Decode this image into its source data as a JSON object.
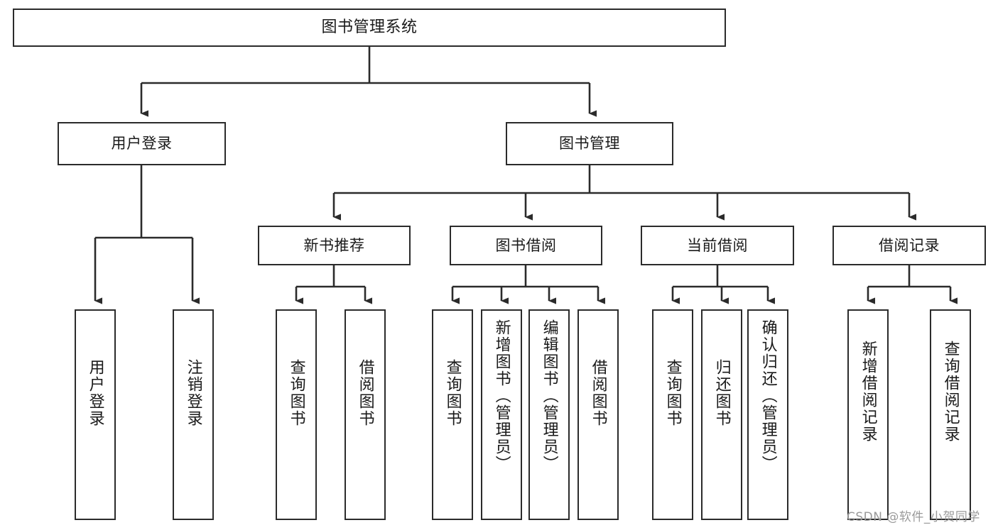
{
  "diagram": {
    "title": "图书管理系统",
    "type": "tree-hierarchy",
    "orientation": "top-down",
    "edge_style": "orthogonal-arrow",
    "colors": {
      "node_border": "#2b2b2b",
      "node_fill": "#ffffff",
      "connector": "#2b2b2b",
      "text": "#1a1a1a",
      "watermark": "#9a9a9a",
      "background": "#ffffff"
    },
    "nodes": {
      "root": {
        "label": "图书管理系统",
        "level": 0
      },
      "level1": [
        {
          "id": "user-login",
          "label": "用户登录"
        },
        {
          "id": "book-manage",
          "label": "图书管理"
        }
      ],
      "level2": [
        {
          "id": "new-book-recommend",
          "label": "新书推荐",
          "parent": "book-manage"
        },
        {
          "id": "book-borrow",
          "label": "图书借阅",
          "parent": "book-manage"
        },
        {
          "id": "current-borrow",
          "label": "当前借阅",
          "parent": "book-manage"
        },
        {
          "id": "borrow-record",
          "label": "借阅记录",
          "parent": "book-manage"
        }
      ],
      "leaves": {
        "user_login": [
          {
            "id": "leaf-user-login",
            "label": "用户登录"
          },
          {
            "id": "leaf-logout-login",
            "label": "注销登录"
          }
        ],
        "new_book_recommend": [
          {
            "id": "leaf-query-book-1",
            "label": "查询图书"
          },
          {
            "id": "leaf-borrow-book-1",
            "label": "借阅图书"
          }
        ],
        "book_borrow": [
          {
            "id": "leaf-query-book-2",
            "label": "查询图书"
          },
          {
            "id": "leaf-add-book",
            "label": "新增图书（管理员）"
          },
          {
            "id": "leaf-edit-book",
            "label": "编辑图书（管理员）"
          },
          {
            "id": "leaf-borrow-book-2",
            "label": "借阅图书"
          }
        ],
        "current_borrow": [
          {
            "id": "leaf-query-book-3",
            "label": "查询图书"
          },
          {
            "id": "leaf-return-book",
            "label": "归还图书"
          },
          {
            "id": "leaf-confirm-return",
            "label": "确认归还（管理员）"
          }
        ],
        "borrow_record": [
          {
            "id": "leaf-add-borrow-record",
            "label": "新增借阅记录"
          },
          {
            "id": "leaf-query-borrow-record",
            "label": "查询借阅记录"
          }
        ]
      }
    },
    "watermark": "CSDN @软件_小贺同学"
  }
}
